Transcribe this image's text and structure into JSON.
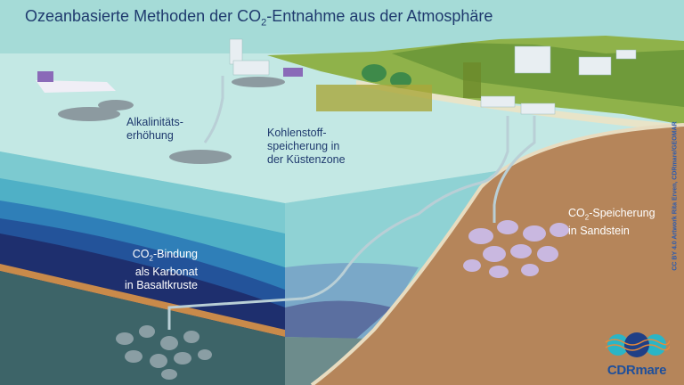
{
  "title": {
    "prefix": "Ozeanbasierte Methoden der CO",
    "sub": "2",
    "suffix": "-Entnahme aus der Atmosphäre"
  },
  "labels": {
    "alkalinity": [
      "Alkalinitäts-",
      "erhöhung"
    ],
    "coastal": [
      "Kohlenstoff-",
      "speicherung in",
      "der Küstenzone"
    ],
    "basalt": {
      "line1_prefix": "CO",
      "line1_sub": "2",
      "line1_suffix": "-Bindung",
      "line2": "als Karbonat",
      "line3": "in Basaltkruste"
    },
    "sandstone": {
      "line1_prefix": "CO",
      "line1_sub": "2",
      "line1_suffix": "-Speicherung",
      "line2": "in Sandstein"
    }
  },
  "credit": "CC BY 4.0  Artwork Rita Erven, CDRmare/GEOMAR",
  "logo": {
    "text": "CDRmare"
  },
  "colors": {
    "sky": "#a5dbd7",
    "sea_surface": "#c3e8e4",
    "land": "#8fb24a",
    "sediment": "#b5855a",
    "navy": "#1f3a6e"
  }
}
